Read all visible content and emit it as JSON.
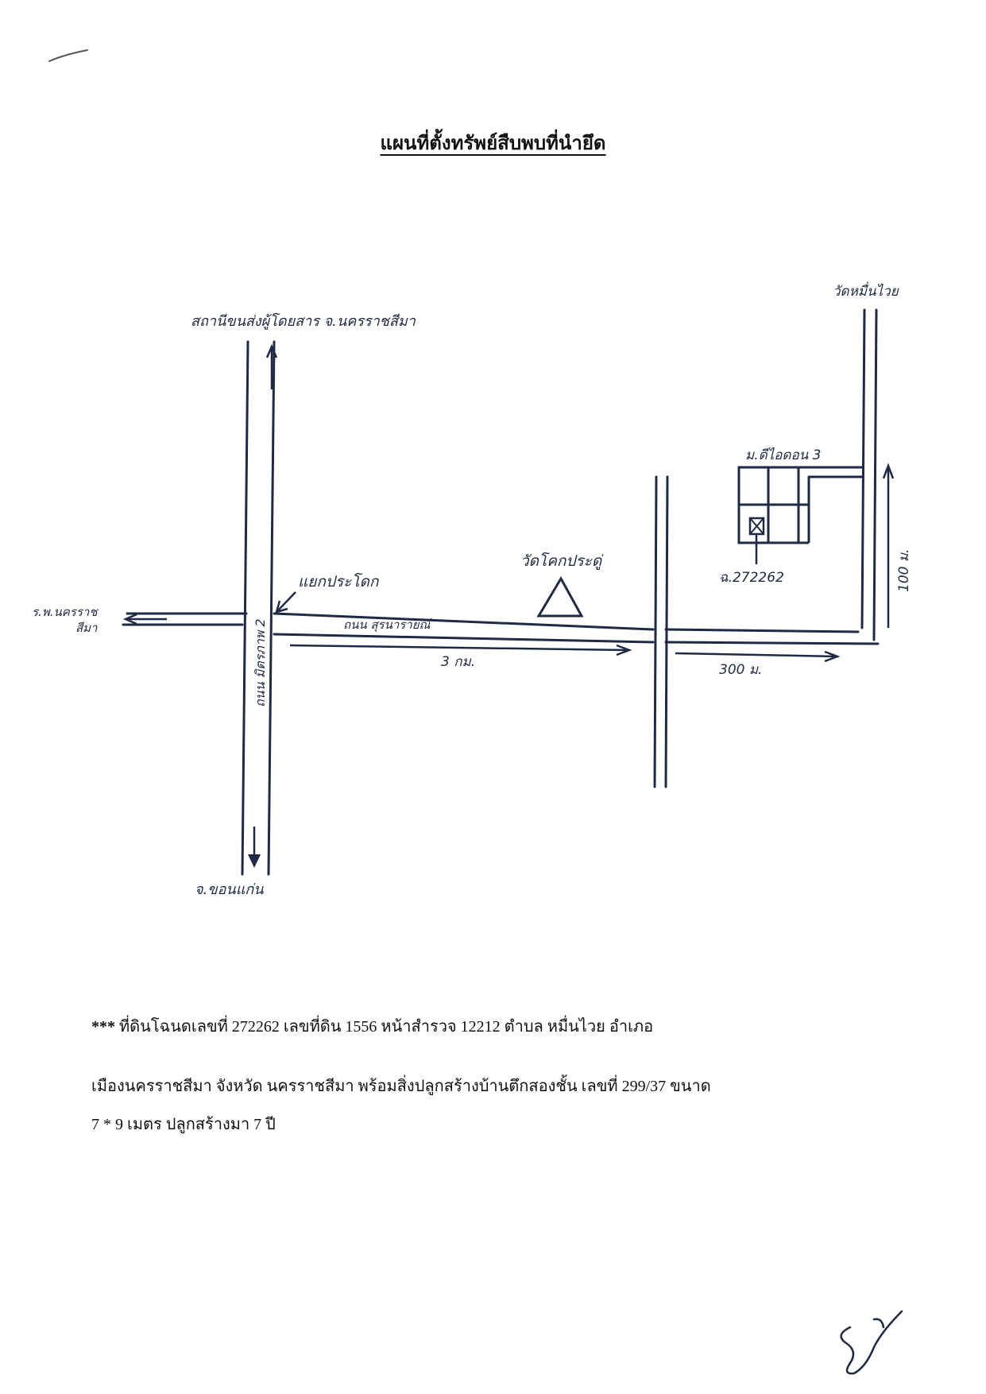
{
  "document": {
    "title": "แผนที่ตั้งทรัพย์สืบพบที่นำยึด"
  },
  "map": {
    "labels": {
      "north_road_dest": "สถานีขนส่งผู้โดยสาร จ.นครราชสีมา",
      "south_road_dest": "จ.ขอนแก่น",
      "west_dest_line1": "ร.พ.นครราช",
      "west_dest_line2": "สีมา",
      "intersection": "แยกประโดก",
      "highway_name": "ถนน มิตรภาพ 2",
      "main_road": "ถนน สุรนารายณ์",
      "temple_prado": "วัดโคกประดู่",
      "temple_muenwai": "วัดหมื่นไวย",
      "village": "ม.ดีไอดอน 3",
      "deed": "ฉ.272262",
      "dist_3km": "3 กม.",
      "dist_300m": "300 ม.",
      "dist_100m": "100 ม."
    }
  },
  "note": {
    "stars": "***",
    "line1": "ที่ดินโฉนดเลขที่ 272262 เลขที่ดิน 1556 หน้าสำรวจ 12212 ตำบล หมื่นไวย อำเภอ",
    "line2": "เมืองนครราชสีมา จังหวัด นครราชสีมา พร้อมสิ่งปลูกสร้างบ้านตึกสองชั้น เลขที่ 299/37 ขนาด",
    "line3": "7 * 9 เมตร ปลูกสร้างมา 7 ปี"
  },
  "colors": {
    "ink": "#1f2a44",
    "text": "#111111"
  }
}
